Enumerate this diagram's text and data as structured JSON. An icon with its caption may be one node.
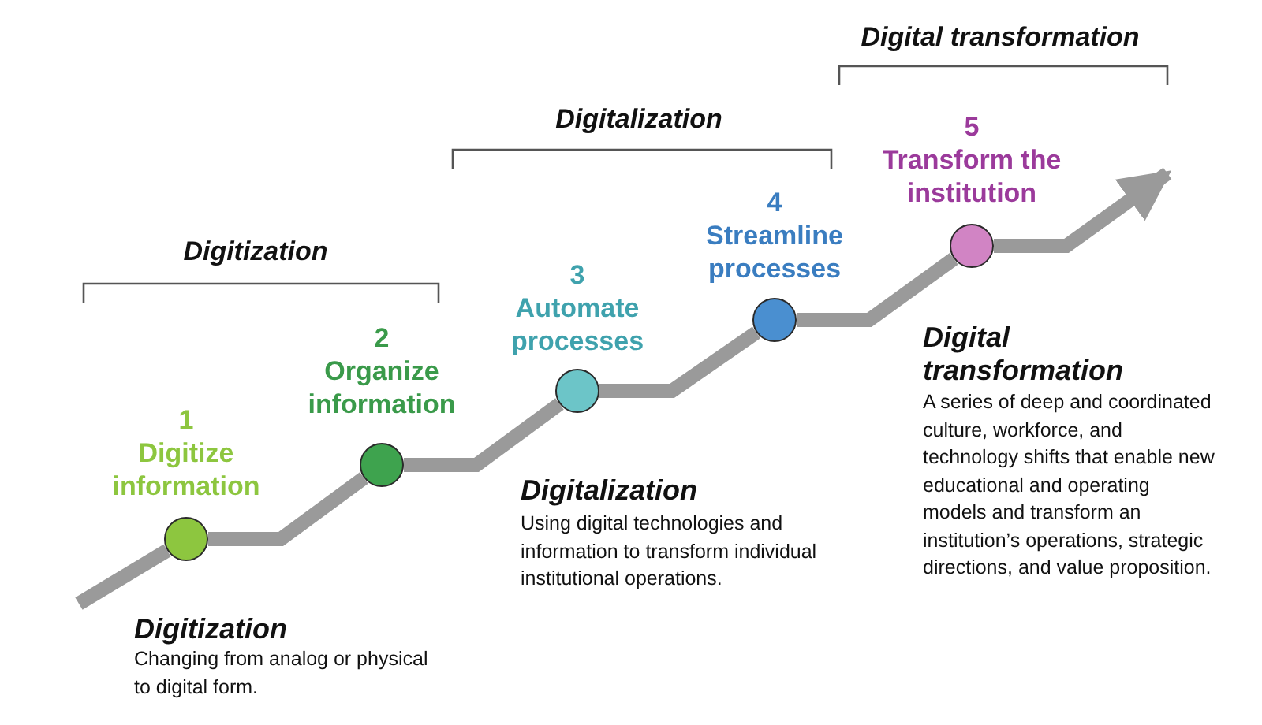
{
  "diagram": {
    "nodes": [
      {
        "text": [],
        "shape": "circle",
        "beside": [
          "1",
          "Digitize information"
        ]
      },
      {
        "text": [],
        "shape": "circle",
        "beside": [
          "2",
          "Organize information"
        ]
      },
      {
        "text": [],
        "shape": "circle",
        "beside": [
          "3",
          "Automate processes"
        ]
      },
      {
        "text": [],
        "shape": "circle",
        "beside": [
          "4",
          "Streamline processes"
        ]
      },
      {
        "text": [],
        "shape": "circle",
        "beside": [
          "5",
          "Transform the institution"
        ]
      }
    ],
    "edges": [
      {
        "from": null,
        "to": 0,
        "arrow": "none"
      },
      {
        "from": 0,
        "to": 1,
        "arrow": "none"
      },
      {
        "from": 1,
        "to": 2,
        "arrow": "none"
      },
      {
        "from": 2,
        "to": 3,
        "arrow": "none"
      },
      {
        "from": 3,
        "to": 4,
        "arrow": "none"
      },
      {
        "from": 4,
        "to": null,
        "arrow": "to"
      }
    ],
    "labels": [
      "Digital transformation",
      "Digitalization",
      "Digitization",
      "Digital transformation",
      "A series of deep and coordinated culture, workforce, and technology shifts that enable new educational and operating models and transform an institution’s operations, strategic directions, and value proposition.",
      "Digitalization",
      "Using digital technologies and information to transform individual institutional operations.",
      "Digitization",
      "Changing from analog or physical to digital form."
    ]
  }
}
